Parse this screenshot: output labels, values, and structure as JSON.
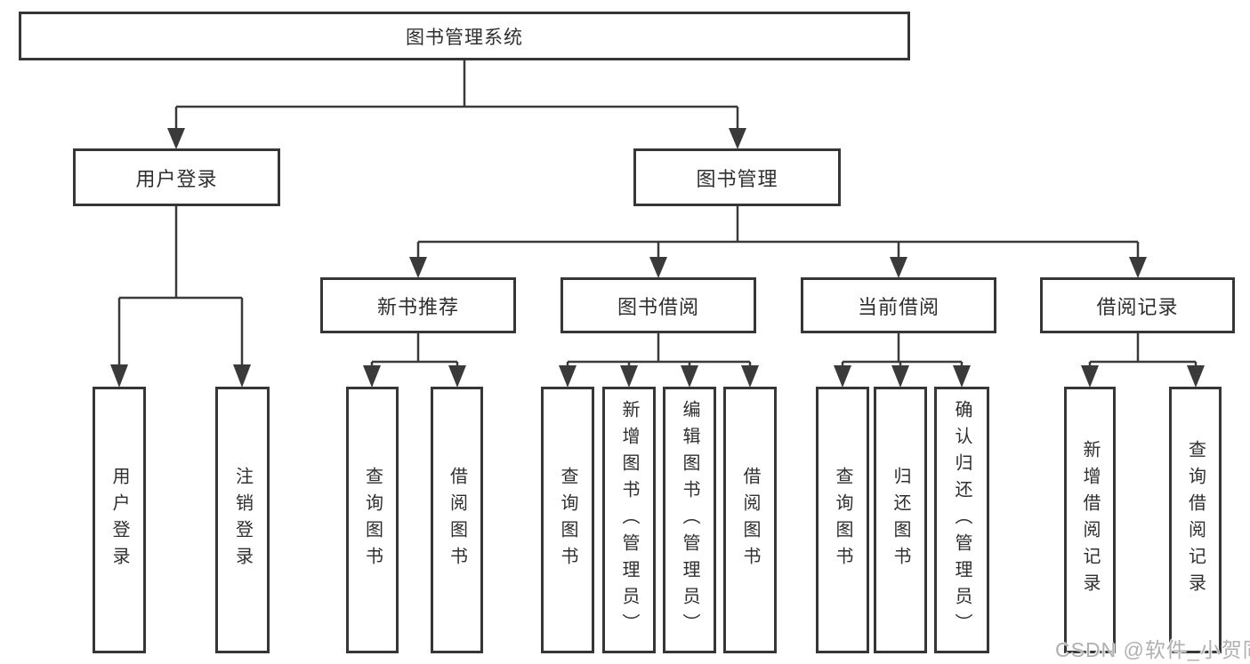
{
  "tree": {
    "root": {
      "label": "图书管理系统",
      "children": [
        {
          "label": "用户登录",
          "children": [
            {
              "label": "用户登录"
            },
            {
              "label": "注销登录"
            }
          ]
        },
        {
          "label": "图书管理",
          "children": [
            {
              "label": "新书推荐",
              "children": [
                {
                  "label": "查询图书"
                },
                {
                  "label": "借阅图书"
                }
              ]
            },
            {
              "label": "图书借阅",
              "children": [
                {
                  "label": "查询图书"
                },
                {
                  "label": "新增图书（管理员）"
                },
                {
                  "label": "编辑图书（管理员）"
                },
                {
                  "label": "借阅图书"
                }
              ]
            },
            {
              "label": "当前借阅",
              "children": [
                {
                  "label": "查询图书"
                },
                {
                  "label": "归还图书"
                },
                {
                  "label": "确认归还（管理员）"
                }
              ]
            },
            {
              "label": "借阅记录",
              "children": [
                {
                  "label": "新增借阅记录"
                },
                {
                  "label": "查询借阅记录"
                }
              ]
            }
          ]
        }
      ]
    }
  },
  "watermark": {
    "text": "CSDN @软件_小贺同学"
  },
  "colors": {
    "line": "#3a3a3a",
    "box_border": "#363636",
    "text": "#2f2f2f",
    "watermark": "#b0b0b0",
    "background": "#ffffff"
  }
}
